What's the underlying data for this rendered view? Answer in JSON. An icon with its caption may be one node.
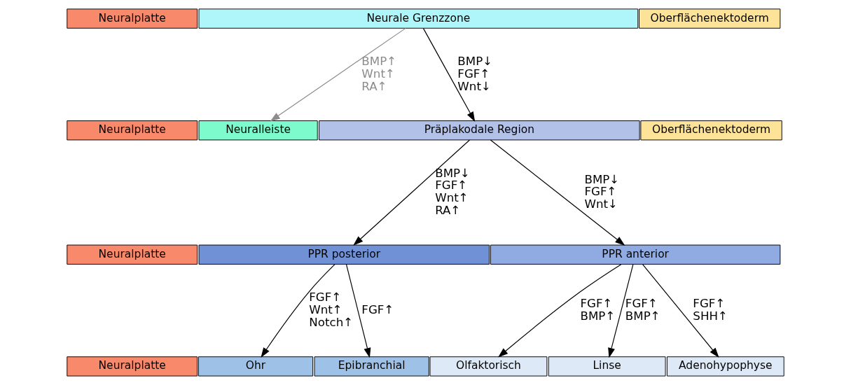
{
  "diagram": {
    "nodes": [
      {
        "text": [
          "Neuralplatte"
        ]
      },
      {
        "text": [
          "Neurale Grenzzone"
        ]
      },
      {
        "text": [
          "Oberflächenektoderm"
        ]
      },
      {
        "text": [
          "Neuralplatte"
        ]
      },
      {
        "text": [
          "Neuralleiste"
        ]
      },
      {
        "text": [
          "Präplakodale Region"
        ]
      },
      {
        "text": [
          "Oberflächenektoderm"
        ]
      },
      {
        "text": [
          "Neuralplatte"
        ]
      },
      {
        "text": [
          "PPR posterior"
        ]
      },
      {
        "text": [
          "PPR anterior"
        ]
      },
      {
        "text": [
          "Neuralplatte"
        ]
      },
      {
        "text": [
          "Ohr"
        ]
      },
      {
        "text": [
          "Epibranchial"
        ]
      },
      {
        "text": [
          "Olfaktorisch"
        ]
      },
      {
        "text": [
          "Linse"
        ]
      },
      {
        "text": [
          "Adenohypophyse"
        ]
      }
    ],
    "edges": [
      {
        "from": 1,
        "to": 4,
        "arrow": "to",
        "label": "BMP↑ Wnt↑ RA↑",
        "color": "#8c8c8c"
      },
      {
        "from": 1,
        "to": 5,
        "arrow": "to",
        "label": "BMP↓ FGF↑ Wnt↓"
      },
      {
        "from": 5,
        "to": 8,
        "arrow": "to",
        "label": "BMP↓ FGF↑ Wnt↑ RA↑"
      },
      {
        "from": 5,
        "to": 9,
        "arrow": "to",
        "label": "BMP↓ FGF↑ Wnt↓"
      },
      {
        "from": 8,
        "to": 11,
        "arrow": "to",
        "label": "FGF↑ Wnt↑ Notch↑"
      },
      {
        "from": 8,
        "to": 12,
        "arrow": "to",
        "label": "FGF↑"
      },
      {
        "from": 9,
        "to": 13,
        "arrow": "to",
        "label": "FGF↑ BMP↑"
      },
      {
        "from": 9,
        "to": 14,
        "arrow": "to",
        "label": "FGF↑ BMP↑"
      },
      {
        "from": 9,
        "to": 15,
        "arrow": "to",
        "label": "FGF↑ SHH↑"
      }
    ]
  }
}
